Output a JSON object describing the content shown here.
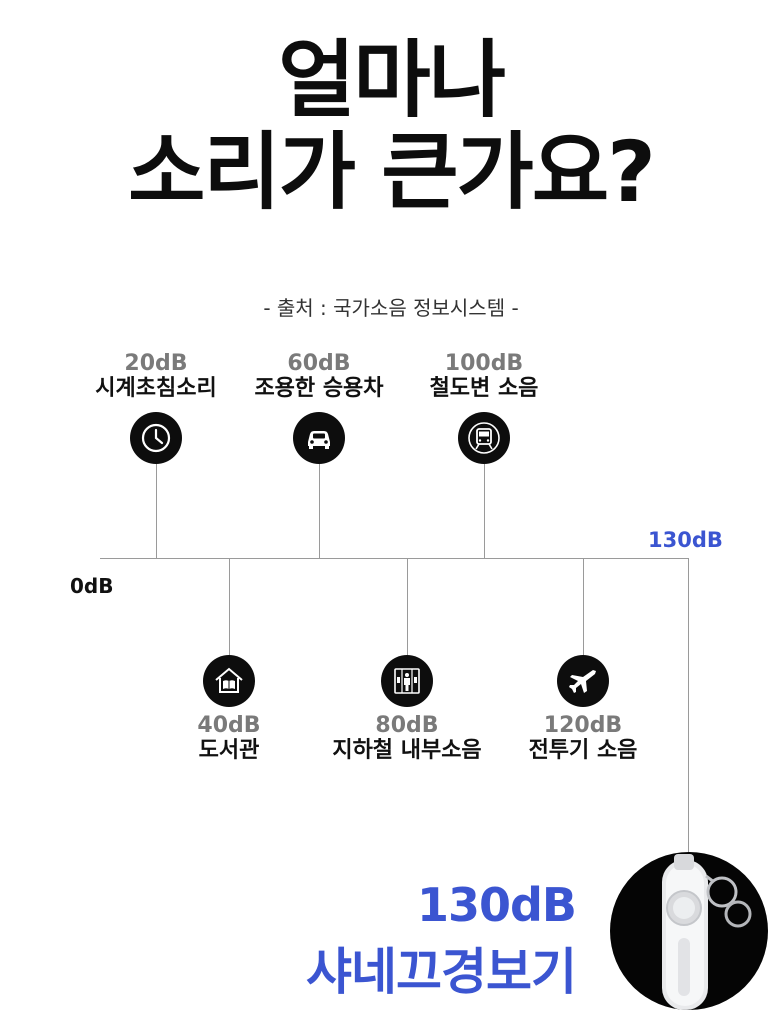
{
  "title": {
    "line1": "얼마나",
    "line2": "소리가 큰가요?"
  },
  "source": "- 출처 : 국가소음 정보시스템 -",
  "axis": {
    "start": "0dB",
    "end": "130dB"
  },
  "top_items": [
    {
      "db": "20dB",
      "name": "시계초침소리",
      "icon": "clock-icon"
    },
    {
      "db": "60dB",
      "name": "조용한 승용차",
      "icon": "car-icon"
    },
    {
      "db": "100dB",
      "name": "철도변 소음",
      "icon": "train-icon"
    }
  ],
  "bottom_items": [
    {
      "db": "40dB",
      "name": "도서관",
      "icon": "library-icon"
    },
    {
      "db": "80dB",
      "name": "지하철 내부소음",
      "icon": "subway-interior-icon"
    },
    {
      "db": "120dB",
      "name": "전투기 소음",
      "icon": "fighter-jet-icon"
    }
  ],
  "highlight": {
    "db": "130dB",
    "name": "샤네끄경보기"
  },
  "colors": {
    "accent": "#3b55d1",
    "dark": "#0d0d0d",
    "line": "#9a9a9a"
  }
}
